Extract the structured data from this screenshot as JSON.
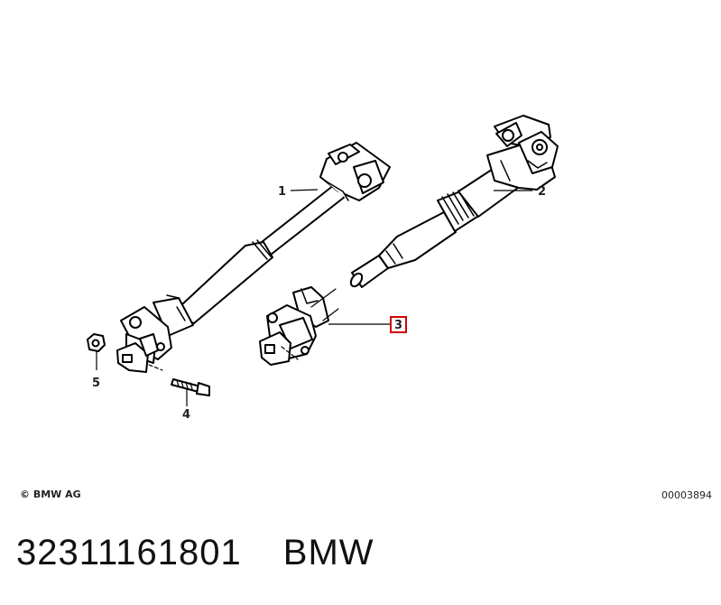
{
  "diagram": {
    "callouts": [
      {
        "id": "1",
        "label": "1"
      },
      {
        "id": "2",
        "label": "2"
      },
      {
        "id": "3",
        "label": "3",
        "highlighted": true
      },
      {
        "id": "4",
        "label": "4"
      },
      {
        "id": "5",
        "label": "5"
      }
    ],
    "highlight_color": "#d40000"
  },
  "footer": {
    "copyright": "© BMW AG",
    "diagram_code": "00003894"
  },
  "product": {
    "part_number": "32311161801",
    "brand": "BMW"
  }
}
